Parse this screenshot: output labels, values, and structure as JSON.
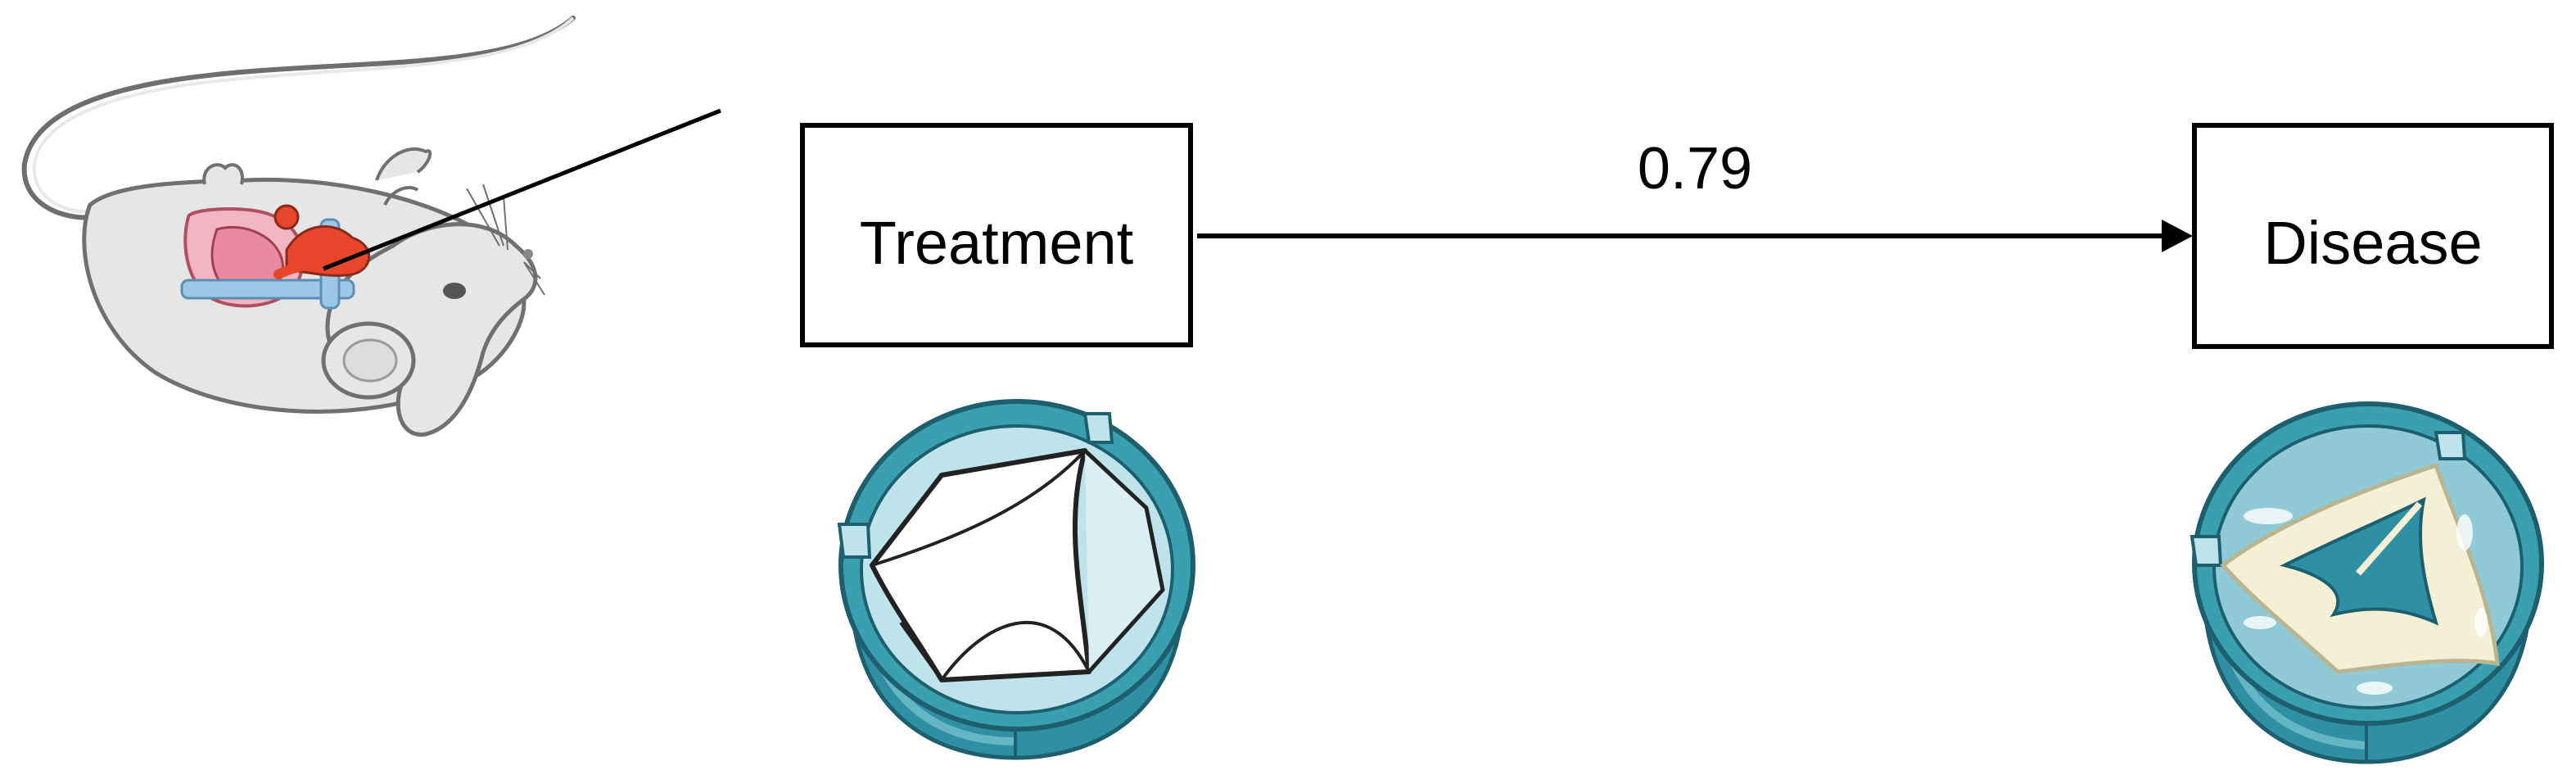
{
  "diagram": {
    "nodes": {
      "treatment": {
        "label": "Treatment"
      },
      "disease": {
        "label": "Disease"
      }
    },
    "edge": {
      "from": "treatment",
      "to": "disease",
      "label": "0.79"
    },
    "illustrations": {
      "mouse": "mouse-heart-dissection-icon",
      "healthy_valve": "healthy-heart-valve-icon",
      "diseased_valve": "calcified-heart-valve-icon"
    },
    "colors": {
      "stroke": "#000000",
      "valve_teal": "#3aa0b0",
      "valve_light": "#bfe3ea",
      "mouse_body": "#e6e6e6",
      "heart_pink": "#e98aa0",
      "heart_red": "#e8462c",
      "vessel_blue": "#7fb8de",
      "calcified_cream": "#f3f0d6"
    }
  }
}
